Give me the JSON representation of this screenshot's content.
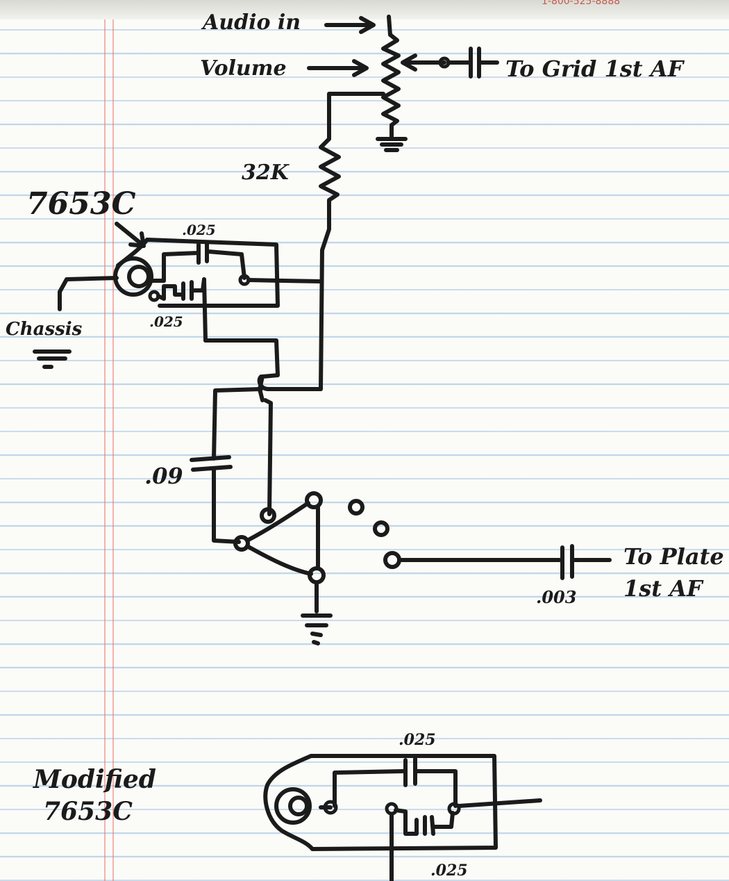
{
  "header_print": "1-800-525-8888",
  "labels": {
    "audio_in": "Audio in",
    "volume": "Volume",
    "to_grid": "To Grid 1st AF",
    "r1": "32K",
    "part_top": "7653C",
    "cap_top": ".025",
    "cap_bottom": ".025",
    "chassis": "Chassis",
    "cap_09": ".09",
    "to_plate_line1": "To Plate",
    "to_plate_line2": "1st AF",
    "cap_003": ".003",
    "modified_line1": "Modified",
    "modified_line2": "7653C",
    "mod_cap_top": ".025",
    "mod_cap_bottom": ".025"
  },
  "colors": {
    "ink": "#1b1b1b",
    "rule_blue": "#78aad7",
    "margin_red": "#e8786e",
    "paper": "#fbfbf8"
  }
}
